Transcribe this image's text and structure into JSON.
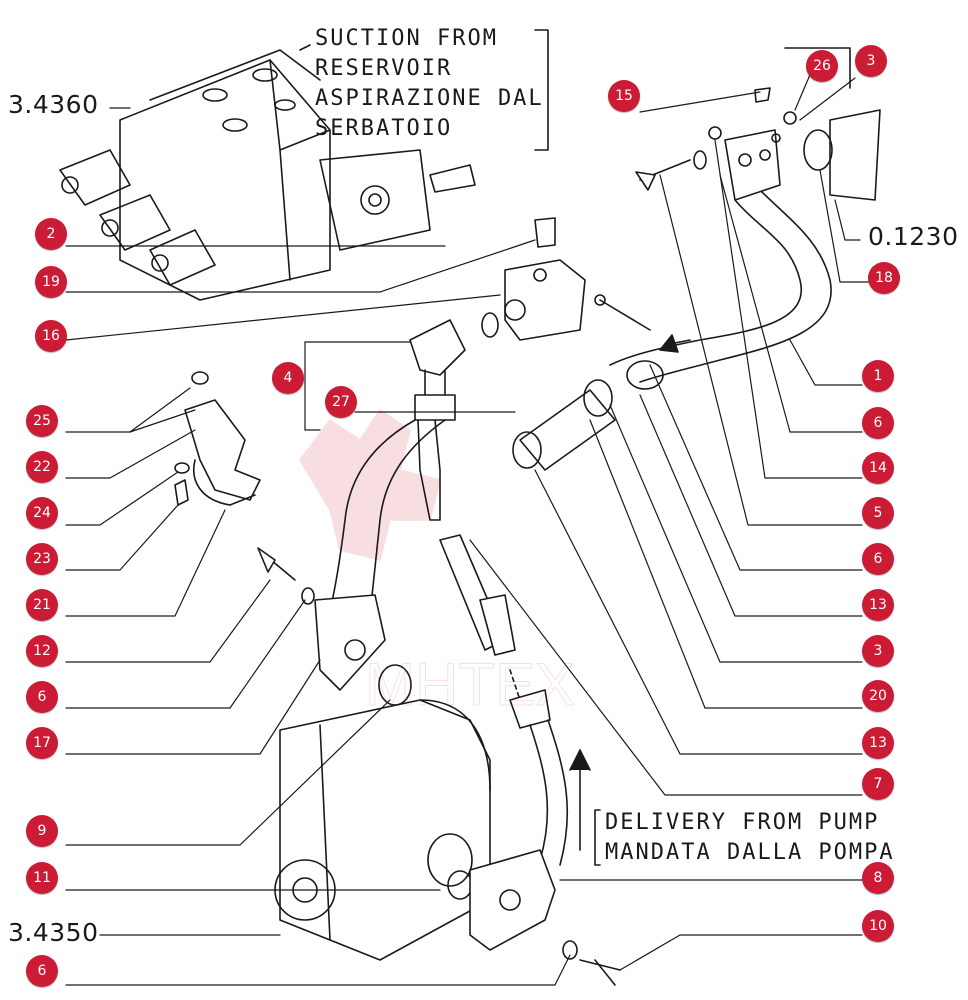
{
  "watermark": {
    "text": "MHTEX",
    "color": "#e05060"
  },
  "callout_color": "#cc1c35",
  "references": {
    "distributor": "3.4360",
    "pump": "3.4350",
    "seal_kit": "0.1230"
  },
  "notes": {
    "suction": [
      "SUCTION FROM",
      "RESERVOIR",
      "ASPIRAZIONE DAL",
      "SERBATOIO"
    ],
    "delivery": [
      "DELIVERY FROM PUMP",
      "MANDATA DALLA POMPA"
    ]
  },
  "callouts": {
    "c15": "15",
    "c26": "26",
    "c3a": "3",
    "c2": "2",
    "c19": "19",
    "c16": "16",
    "c18": "18",
    "c4": "4",
    "c27": "27",
    "c1": "1",
    "c25": "25",
    "c6a": "6",
    "c22": "22",
    "c14": "14",
    "c24": "24",
    "c5": "5",
    "c23": "23",
    "c6b": "6",
    "c21": "21",
    "c13a": "13",
    "c12": "12",
    "c3b": "3",
    "c6c": "6",
    "c20": "20",
    "c17": "17",
    "c13b": "13",
    "c7": "7",
    "c9": "9",
    "c11": "11",
    "c8": "8",
    "c10": "10",
    "c6d": "6"
  }
}
